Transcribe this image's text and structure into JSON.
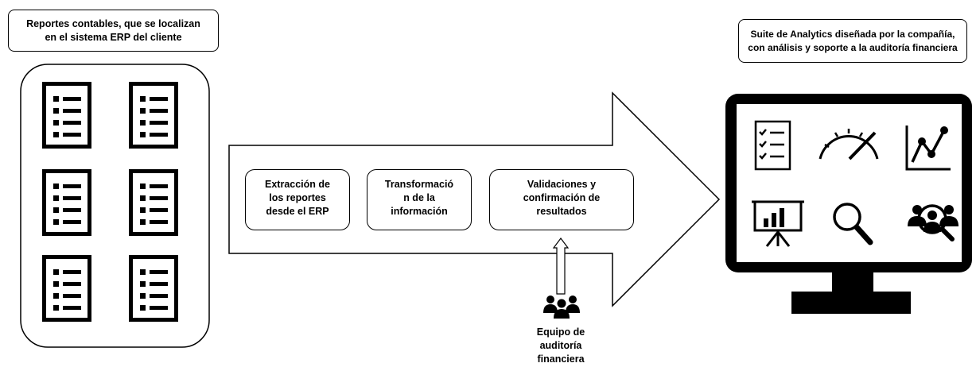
{
  "source_label": [
    "Reportes contables, que se localizan",
    "en el sistema ERP del cliente"
  ],
  "suite_label": [
    "Suite de Analytics diseñada por la compañía,",
    "con análisis y soporte a la auditoría financiera"
  ],
  "steps": [
    [
      "Extracción de",
      "los reportes",
      "desde el ERP"
    ],
    [
      "Transformació",
      "n de la",
      "información"
    ],
    [
      "Validaciones y",
      "confirmación de",
      "resultados"
    ]
  ],
  "team_label": [
    "Equipo de",
    "auditoría",
    "financiera"
  ],
  "report_icons": [
    "report-list-icon",
    "report-list-icon",
    "report-list-icon",
    "report-list-icon",
    "report-list-icon",
    "report-list-icon"
  ],
  "monitor_icons": [
    "checklist-icon",
    "speedometer-icon",
    "line-chart-icon",
    "presentation-chart-icon",
    "magnifier-icon",
    "search-people-icon"
  ]
}
